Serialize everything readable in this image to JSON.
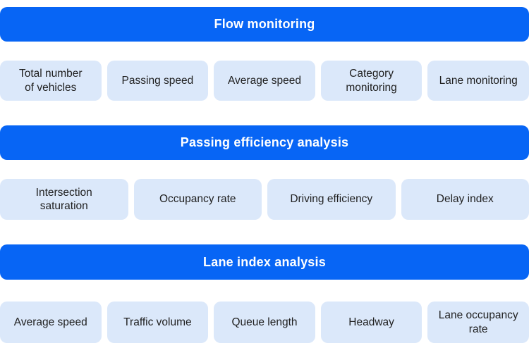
{
  "sections": [
    {
      "title": "Flow monitoring",
      "items": [
        "Total number\nof vehicles",
        "Passing speed",
        "Average speed",
        "Category\nmonitoring",
        "Lane monitoring"
      ]
    },
    {
      "title": "Passing efficiency analysis",
      "items": [
        "Intersection\nsaturation",
        "Occupancy rate",
        "Driving efficiency",
        "Delay index"
      ]
    },
    {
      "title": "Lane index analysis",
      "items": [
        "Average speed",
        "Traffic volume",
        "Queue length",
        "Headway",
        "Lane occupancy\nrate"
      ]
    }
  ],
  "colors": {
    "header_bg": "#0765F5",
    "header_text": "#FFFFFF",
    "item_bg": "#DBE8FA",
    "item_text": "#1F1F1F",
    "background": "#FFFFFF"
  }
}
